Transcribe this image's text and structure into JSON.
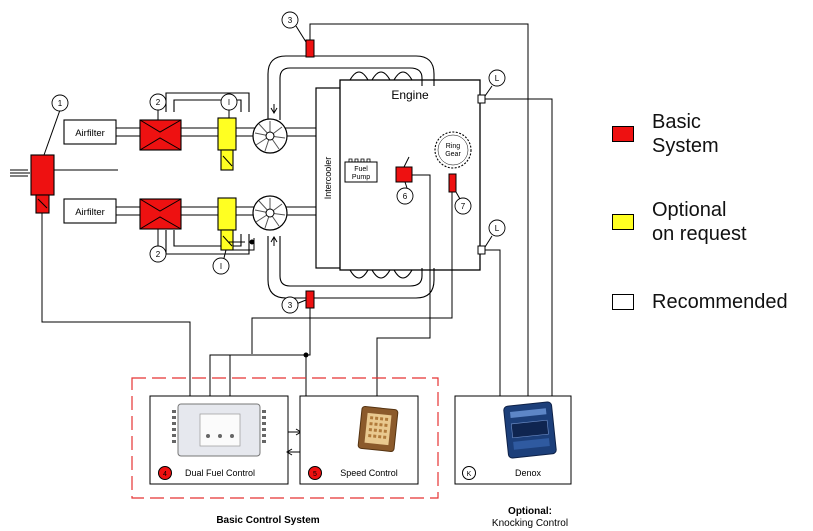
{
  "engine": {
    "title": "Engine",
    "intercooler": "Intercooler",
    "fuel_pump": [
      "Fuel",
      "Pump"
    ],
    "ring_gear": [
      "Ring",
      "Gear"
    ]
  },
  "airfilters": {
    "top": "Airfilter",
    "bottom": "Airfilter"
  },
  "markers": {
    "m1": "1",
    "m2_top": "2",
    "m2_bottom": "2",
    "m3_top": "3",
    "m3_bottom": "3",
    "m6": "6",
    "m7": "7",
    "i_top": "I",
    "i_bottom": "I",
    "l_top": "L",
    "l_bottom": "L",
    "k": "K",
    "b4": "4",
    "b5": "5"
  },
  "controllers": {
    "dual_fuel": "Dual Fuel Control",
    "speed": "Speed Control",
    "denox": "Denox"
  },
  "captions": {
    "basic_control": "Basic Control System",
    "optional_title": "Optional:",
    "optional_sub": "Knocking Control"
  },
  "legend": [
    {
      "label": "Basic\nSystem",
      "color": "#ee1111"
    },
    {
      "label": "Optional\non request",
      "color": "#ffff22"
    },
    {
      "label": "Recommended",
      "color": "#ffffff"
    }
  ]
}
